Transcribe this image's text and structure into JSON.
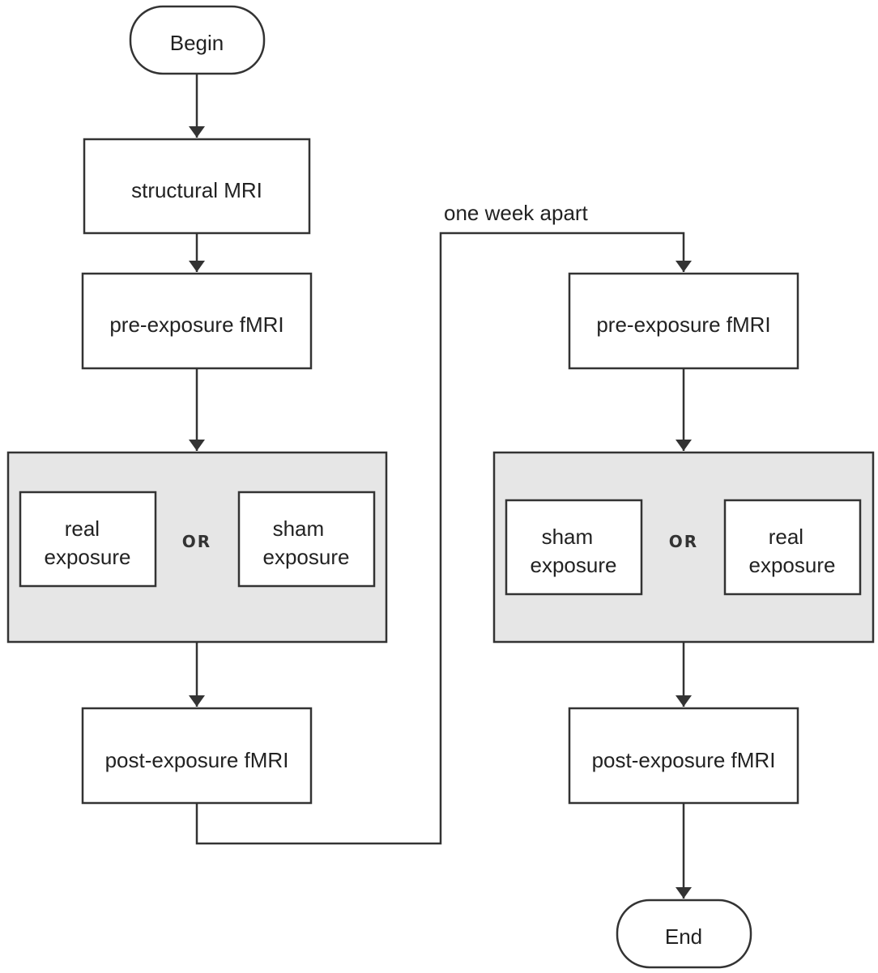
{
  "nodes": {
    "begin": "Begin",
    "structural_mri": "structural MRI",
    "left_pre": "pre-exposure fMRI",
    "left_option_a": [
      "real",
      "exposure"
    ],
    "left_or": "OR",
    "left_option_b": [
      "sham",
      "exposure"
    ],
    "left_post": "post-exposure fMRI",
    "right_pre": "pre-exposure fMRI",
    "right_option_a": [
      "sham",
      "exposure"
    ],
    "right_or": "OR",
    "right_option_b": [
      "real",
      "exposure"
    ],
    "right_post": "post-exposure fMRI",
    "end": "End"
  },
  "connector_label": "one week apart",
  "colors": {
    "stroke": "#333333",
    "group_fill": "#e6e6e6",
    "box_fill": "#ffffff"
  }
}
